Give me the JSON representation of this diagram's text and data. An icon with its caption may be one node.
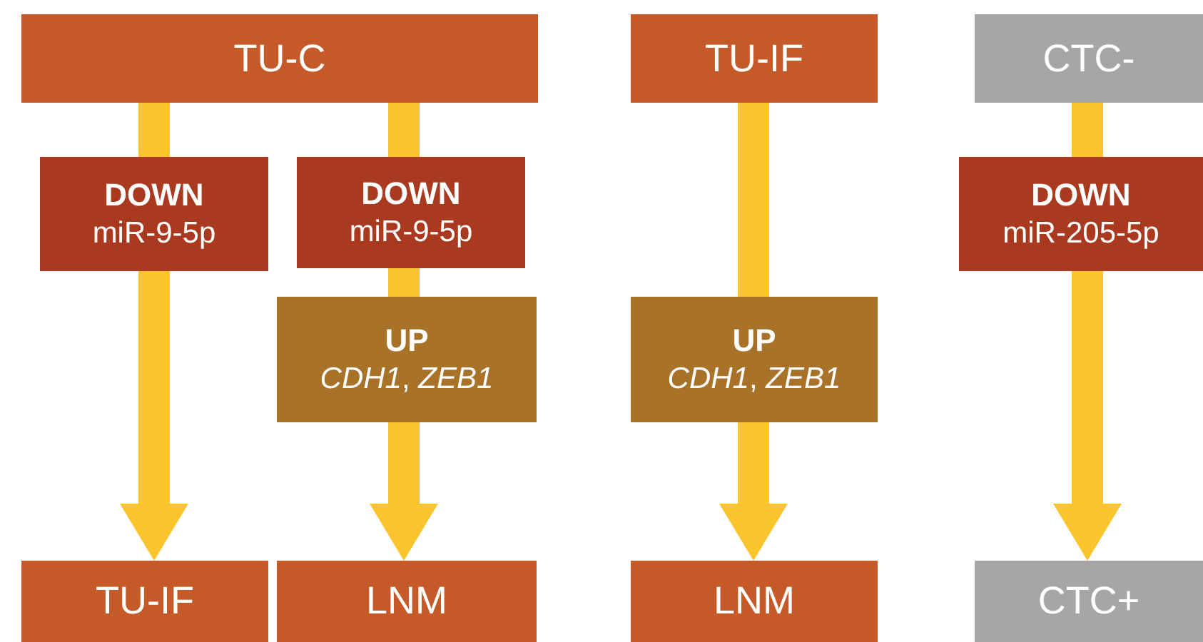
{
  "diagram": {
    "nodes": [
      {
        "text": [
          "TU-C"
        ]
      },
      {
        "text": [
          "TU-IF"
        ]
      },
      {
        "text": [
          "CTC-"
        ]
      },
      {
        "text": [
          "DOWN",
          "miR-9-5p"
        ]
      },
      {
        "text": [
          "DOWN",
          "miR-9-5p"
        ]
      },
      {
        "text": [
          "UP",
          "*CDH1*, *ZEB1*"
        ]
      },
      {
        "text": [
          "UP",
          "*CDH1*, *ZEB1*"
        ]
      },
      {
        "text": [
          "DOWN",
          "miR-205-5p"
        ]
      },
      {
        "text": [
          "TU-IF"
        ]
      },
      {
        "text": [
          "LNM"
        ]
      },
      {
        "text": [
          "LNM"
        ]
      },
      {
        "text": [
          "CTC+"
        ]
      }
    ],
    "edges": [
      {
        "from": 0,
        "to": 3,
        "arrow": "none"
      },
      {
        "from": 3,
        "to": 8,
        "arrow": "to"
      },
      {
        "from": 0,
        "to": 4,
        "arrow": "none"
      },
      {
        "from": 4,
        "to": 5,
        "arrow": "none"
      },
      {
        "from": 5,
        "to": 9,
        "arrow": "to"
      },
      {
        "from": 1,
        "to": 6,
        "arrow": "none"
      },
      {
        "from": 6,
        "to": 10,
        "arrow": "to"
      },
      {
        "from": 2,
        "to": 7,
        "arrow": "none"
      },
      {
        "from": 7,
        "to": 11,
        "arrow": "to"
      }
    ]
  }
}
